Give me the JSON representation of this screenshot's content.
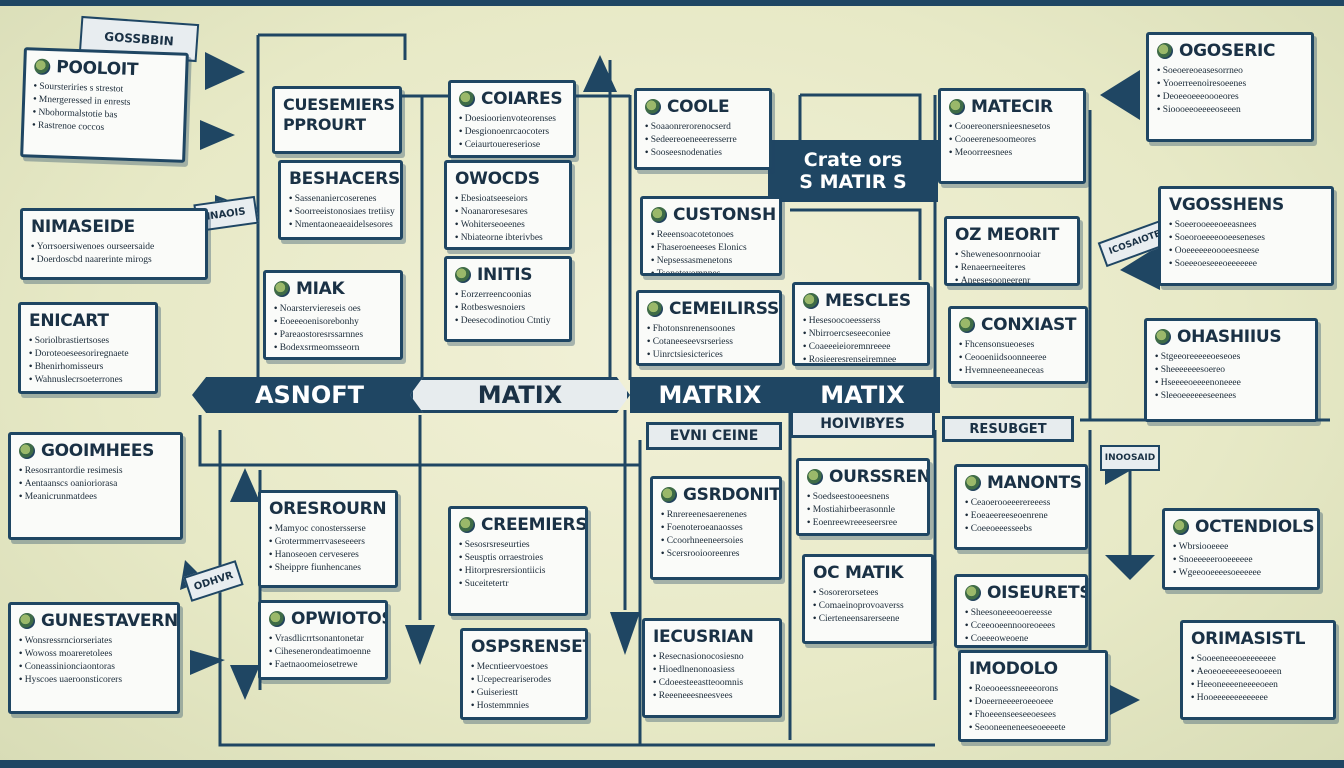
{
  "colors": {
    "navy": "#1f4663",
    "paper": "#fafbf9",
    "background": "#eaeccc",
    "accent_green": "#6d9a4f"
  },
  "banners": {
    "main_left": "ASNOFT",
    "main_m1": "MATIX",
    "main_m2": "MATRIX",
    "main_m3": "MATIX",
    "center_top_line1": "Crate ors",
    "center_top_line2": "S  MATIR  S",
    "sub1": "EVNI CEINE",
    "sub2": "HOIVIBYES",
    "sub3": "RESUBGET"
  },
  "tags": {
    "top_left": "GOSSBBIN",
    "mid_left": "INAOIS",
    "mid_right": "ICOSAIOTE",
    "bottom_left": "ODHVR",
    "right_arrow": "INOOSAID"
  },
  "cards": [
    {
      "title": "POOLOIT",
      "items": [
        "Soursteriries s strestot",
        "Mnergeressed in enrests",
        "Nbohormalstotie bas",
        "Rastrenoe coccos"
      ]
    },
    {
      "title": "NIMASEIDE",
      "items": [
        "Yorrsoersiwenoes ourseersaide",
        "Doerdoscbd naarerinte mirogs"
      ]
    },
    {
      "title": "ENICART",
      "items": [
        "Soriolbrastiertsoses",
        "Doroteoeseesoriregnaete",
        "Bhenirhomisseurs",
        "Wahnuslecrsoeterrones"
      ]
    },
    {
      "title": "GOOIMHEES",
      "items": [
        "Resosrrantordie resimesis",
        "Aentaanscs oanioriorasa",
        "Meanicrunmatdees"
      ]
    },
    {
      "title": "GUNESTAVERNS",
      "items": [
        "Wonsressrnciorseriates",
        "Wowoss moareretolees",
        "Coneassinionciaontoras",
        "Hyscoes uaeroonsticorers"
      ]
    },
    {
      "title": "CUESEMIERS PPROURT",
      "items": []
    },
    {
      "title": "BESHACERS",
      "items": [
        "Sassenaniercoserenes",
        "Soorreeistonosiaes tretiisy",
        "Nmentaoneaeaidelsesores"
      ]
    },
    {
      "title": "MIAK",
      "items": [
        "Noarsterviereseis oes",
        "Eoeeeoenisorebonhy",
        "Pareaostoresrssarnnes",
        "Bodexsrmeomsseorn"
      ]
    },
    {
      "title": "ORESROURN",
      "items": [
        "Mamyoc conostersserse",
        "Grotermmerrvaseseeers",
        "Hanoseoen cerveseres",
        "Sheippre fiunhencanes"
      ]
    },
    {
      "title": "OPWIOTOS",
      "items": [
        "Vrasdlicrrtsonantonetar",
        "Cihesenerondeatimoenne",
        "Faetnaoomeiosetrewe"
      ]
    },
    {
      "title": "COIARES",
      "items": [
        "Doesioorienvoteorenses",
        "Desgionoenrcaocoters",
        "Ceiaurtouereseriose"
      ]
    },
    {
      "title": "OWOCDS",
      "items": [
        "Ebesioatseeseiors",
        "Noanaroresesares",
        "Wohiterseoeenes",
        "Nbiateorne ibterivbes"
      ]
    },
    {
      "title": "INITIS",
      "items": [
        "Eorzerreencoonias",
        "Rotbeswesnoiers",
        "Deesecodinotiou Ctntiy"
      ]
    },
    {
      "title": "CREEMIERS",
      "items": [
        "Sesosrsreseurties",
        "Seusptis orraestroies",
        "Hitorpresrersiontiicis",
        "Suceitetertr"
      ]
    },
    {
      "title": "OSPSRENSET",
      "items": [
        "Mecntieervoestoes",
        "Ucepecreariserodes",
        "Guiseriestt",
        "Hostemmnies"
      ]
    },
    {
      "title": "COOLE",
      "items": [
        "Soaaonrerorenocserd",
        "Sedeereoeneeeresserre",
        "Sooseesnodenaties"
      ]
    },
    {
      "title": "CUSTONSH",
      "items": [
        "Reeensoacotetonoes",
        "Fhaseroeneeses Elonics",
        "Nepsessasmenetons",
        "Tsonetevomnnes"
      ]
    },
    {
      "title": "CEMEILIRSSY",
      "items": [
        "Fhotonsnrenensoones",
        "Cotaneeseevsrseriess",
        "Uinrctsiesicterices"
      ]
    },
    {
      "title": "MESCLES",
      "items": [
        "Hesesoocoeesserss",
        "Nbirroercseseeconiee",
        "Coaeeeieioremnreeee",
        "Rosieeresrenseiremnee"
      ]
    },
    {
      "title": "GSRDONITS",
      "items": [
        "Rnrereenesaerenenes",
        "Foenoteroeanaosses",
        "Ccoorhneeneersoies",
        "Scersrooiooreenres"
      ]
    },
    {
      "title": "OURSSRENER",
      "items": [
        "Soedseestooeesnens",
        "Mostiahirbeerasonnle",
        "Eoenreewreeeseersree"
      ]
    },
    {
      "title": "OC MATIK",
      "items": [
        "Sosorerorsetees",
        "Comaeinoprovoaverss",
        "Cierteneensarerseene"
      ]
    },
    {
      "title": "IECUSRIAN",
      "items": [
        "Resecnasionocosiesno",
        "Hioedlnenonoasiess",
        "Cdoeesteeastteoomnis",
        "Reeeneeesneesvees"
      ]
    },
    {
      "title": "MATECIR",
      "items": [
        "Cooereonersnieesnesetos",
        "Cooeerenesoomeores",
        "Meoorreesnees"
      ]
    },
    {
      "title": "OZ MEORIT",
      "items": [
        "Shewenesoonrnooiar",
        "Renaeerneeiteres",
        "Aneesesooneerenr"
      ]
    },
    {
      "title": "CONXIAST",
      "items": [
        "Fhcensonsueoeses",
        "Ceooeniidsoonneeree",
        "Hvemneeneeaneceas"
      ]
    },
    {
      "title": "MANONTS",
      "items": [
        "Ceaoerooeeerereeess",
        "Eoeaeereeseoenrene",
        "Coeeoeeesseebs"
      ]
    },
    {
      "title": "OISEURETS",
      "items": [
        "Sheesoneeeooereesse",
        "Cceeooeennooreoeees",
        "Coeeeoweoene"
      ]
    },
    {
      "title": "IMODOLO",
      "items": [
        "Roeooeessneeeeorons",
        "Doeerneeeeroeeoeee",
        "Fhoeeenseeseeoesees",
        "Seooneeneneeseoeeeete"
      ]
    },
    {
      "title": "OGOSERIC",
      "items": [
        "Soeoereoeasesorrneo",
        "Yooerreenoiresoeenes",
        "Deoeeoeeeoooeores",
        "Sioooeeoeeeeoseeen"
      ]
    },
    {
      "title": "VGOSSHENS",
      "items": [
        "Soeerooeeeoeeasnees",
        "Soeoroeeeeooeeseneses",
        "Ooeeeeeeoooeesneese",
        "Soeeeoeseeeoeeeeeee"
      ]
    },
    {
      "title": "OHASHIIUS",
      "items": [
        "Stgeeoreeeeeoeseoes",
        "Sheeeeeeesoereo",
        "Hseeeeoeeeenoneeee",
        "Sleeoeeeeeeseenees"
      ]
    },
    {
      "title": "OCTENDIOLS",
      "items": [
        "Wbrsiooeeee",
        "Snoeeeeerooeeeeee",
        "Wgeeooeeeesoeeeeee"
      ]
    },
    {
      "title": "ORIMASISTL",
      "items": [
        "Sooeeneeeoeeeeeeee",
        "Aeoeoeeeeeeseooeeen",
        "Heeoneeeeneeeeoeen",
        "Hooeeeeeeeeeeeee"
      ]
    }
  ]
}
